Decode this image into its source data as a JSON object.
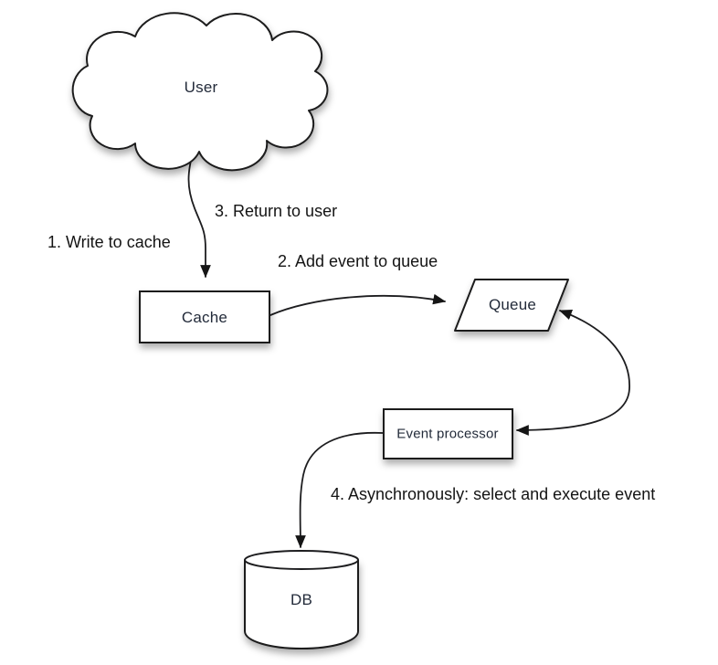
{
  "diagram": {
    "background_color": "#ffffff",
    "stroke_color": "#1d1d1f",
    "node_fill_color": "#ffffff",
    "node_text_color": "#232b3a",
    "edge_text_color": "#141414",
    "nodes": {
      "user": {
        "label": "User",
        "shape": "cloud"
      },
      "cache": {
        "label": "Cache",
        "shape": "rectangle"
      },
      "queue": {
        "label": "Queue",
        "shape": "parallelogram"
      },
      "event_processor": {
        "label": "Event processor",
        "shape": "rectangle"
      },
      "db": {
        "label": "DB",
        "shape": "cylinder"
      }
    },
    "edge_labels": {
      "step1": "1. Write to cache",
      "step2": "2. Add event to queue",
      "step3": "3. Return to user",
      "step4": "4. Asynchronously: select and execute event"
    }
  }
}
